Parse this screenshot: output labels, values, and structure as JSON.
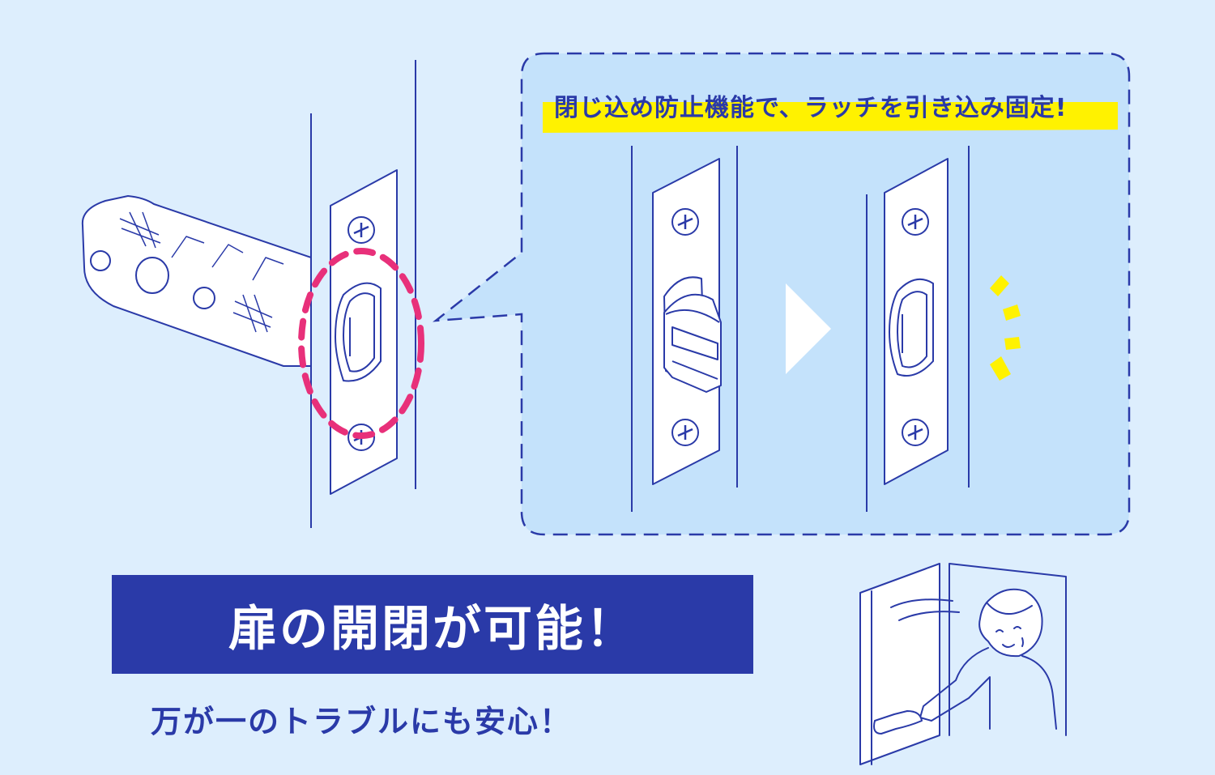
{
  "callout": {
    "text": "閉じ込め防止機能で、ラッチを引き込み固定!"
  },
  "banner": {
    "text": "扉の開閉が可能！"
  },
  "subtitle": {
    "text": "万が一のトラブルにも安心！"
  },
  "colors": {
    "background": "#ddeefd",
    "callout_fill": "#c4e2fb",
    "line": "#2a3aa8",
    "highlight": "#fff200",
    "accent_pink": "#e8307a",
    "banner": "#2a3aa8"
  },
  "icons": [
    "latch-assembly-illustration",
    "arrow-right-icon",
    "person-opening-door-illustration"
  ]
}
